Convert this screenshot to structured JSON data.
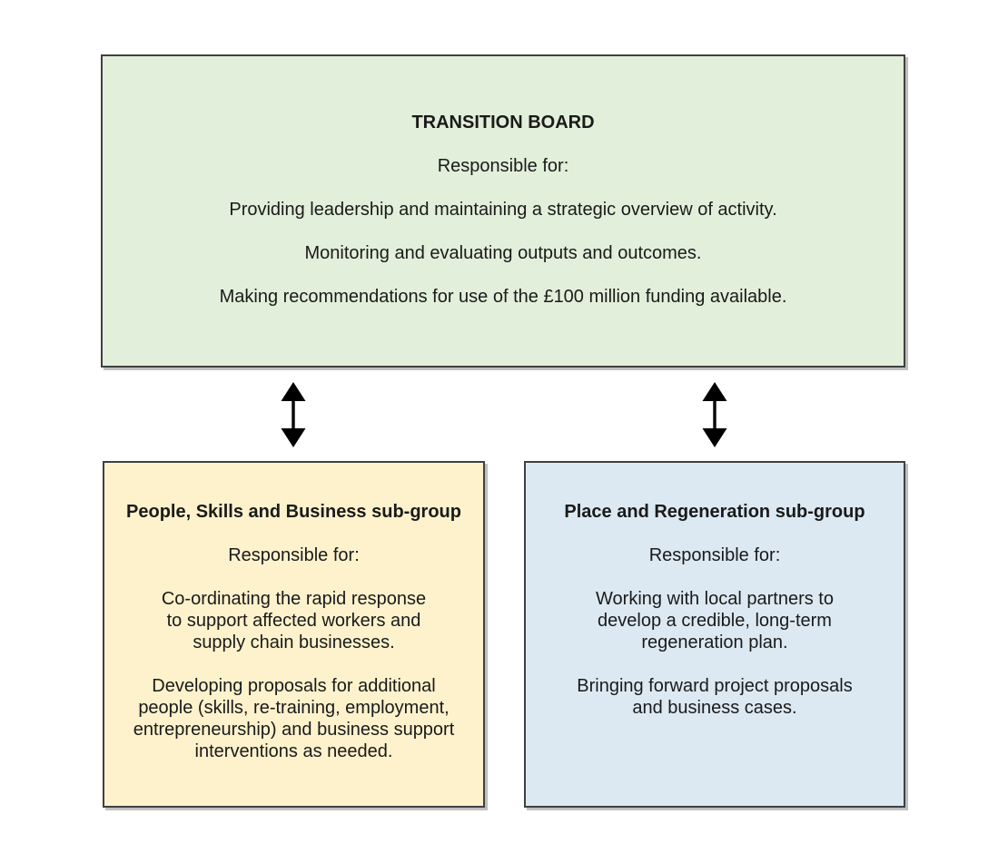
{
  "colors": {
    "page_bg": "#ffffff",
    "board_fill": "#e2efda",
    "people_fill": "#fdf2cc",
    "place_fill": "#dce9f3",
    "border": "#404040",
    "text": "#1a1a1a",
    "arrow": "#000000"
  },
  "board": {
    "title": "TRANSITION BOARD",
    "subtitle": "Responsible for:",
    "items": [
      "Providing leadership and maintaining a strategic overview of activity.",
      "Monitoring and evaluating outputs and outcomes.",
      "Making recommendations for use of the £100 million funding available."
    ]
  },
  "people_subgroup": {
    "title": "People, Skills and Business sub-group",
    "subtitle": "Responsible for:",
    "items": [
      "Co-ordinating the rapid response\nto support  affected workers and\nsupply chain businesses.",
      "Developing proposals for additional\npeople (skills, re-training, employment,\nentrepreneurship) and business support\ninterventions as needed."
    ]
  },
  "place_subgroup": {
    "title": "Place and Regeneration sub-group",
    "subtitle": "Responsible for:",
    "items": [
      "Working with local partners to\ndevelop a credible, long-term\nregeneration plan.",
      "Bringing forward project proposals\nand business cases."
    ]
  }
}
